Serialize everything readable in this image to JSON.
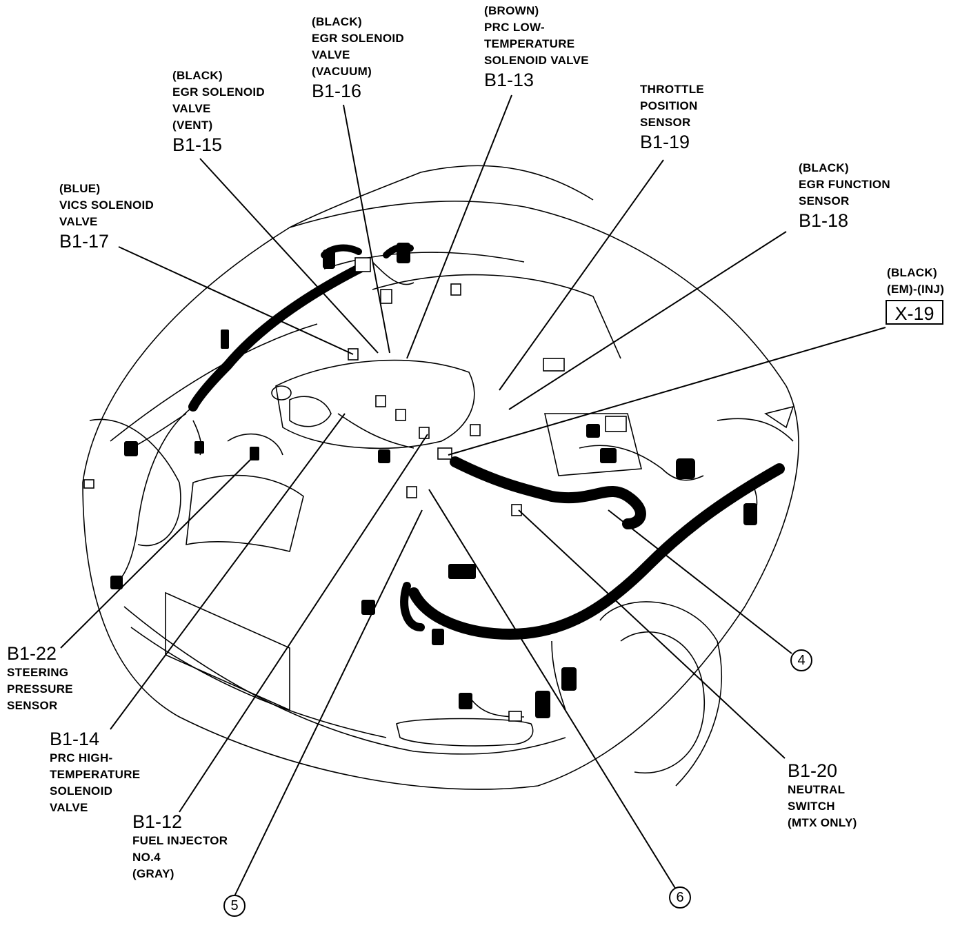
{
  "labels": {
    "b1_16": {
      "lines": [
        "(BLACK)",
        "EGR SOLENOID",
        "VALVE",
        "(VACUUM)"
      ],
      "code": "B1-16"
    },
    "b1_13": {
      "lines": [
        "(BROWN)",
        "PRC LOW-",
        "TEMPERATURE",
        "SOLENOID VALVE"
      ],
      "code": "B1-13"
    },
    "b1_15": {
      "lines": [
        "(BLACK)",
        "EGR SOLENOID",
        "VALVE",
        "(VENT)"
      ],
      "code": "B1-15"
    },
    "b1_19": {
      "lines": [
        "THROTTLE",
        "POSITION",
        "SENSOR"
      ],
      "code": "B1-19"
    },
    "b1_17": {
      "lines": [
        "(BLUE)",
        "VICS SOLENOID",
        "VALVE"
      ],
      "code": "B1-17"
    },
    "b1_18": {
      "lines": [
        "(BLACK)",
        "EGR FUNCTION",
        "SENSOR"
      ],
      "code": "B1-18"
    },
    "x_19": {
      "lines": [
        "(BLACK)",
        "(EM)-(INJ)"
      ],
      "code": "X-19"
    },
    "b1_22": {
      "code": "B1-22",
      "lines": [
        "STEERING",
        "PRESSURE",
        "SENSOR"
      ]
    },
    "b1_14": {
      "code": "B1-14",
      "lines": [
        "PRC HIGH-",
        "TEMPERATURE",
        "SOLENOID",
        "VALVE"
      ]
    },
    "b1_12": {
      "code": "B1-12",
      "lines": [
        "FUEL INJECTOR",
        "NO.4",
        "(GRAY)"
      ]
    },
    "b1_20": {
      "code": "B1-20",
      "lines": [
        "NEUTRAL",
        "SWITCH",
        "(MTX ONLY)"
      ]
    }
  },
  "callouts": {
    "c4": "4",
    "c5": "5",
    "c6": "6"
  }
}
